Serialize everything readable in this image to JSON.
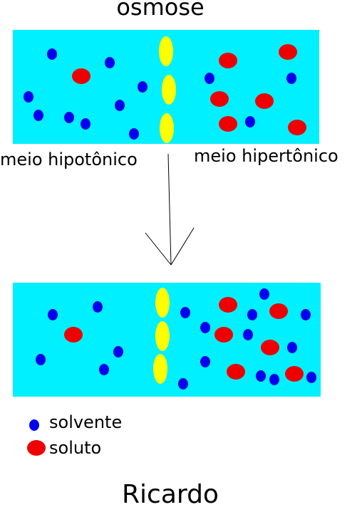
{
  "title": "osmose",
  "labels": {
    "left_medium": "meio hipotônico",
    "right_medium": "meio hipertônico"
  },
  "legend": {
    "solvent": "solvente",
    "solute": "soluto"
  },
  "author": "Ricardo",
  "colors": {
    "water": "#00f0ff",
    "solvent": "#0000ee",
    "solute": "#ee0000",
    "membrane": "#ffff00",
    "text": "#000000"
  },
  "icons": {
    "arrow": "down-arrow-icon"
  }
}
